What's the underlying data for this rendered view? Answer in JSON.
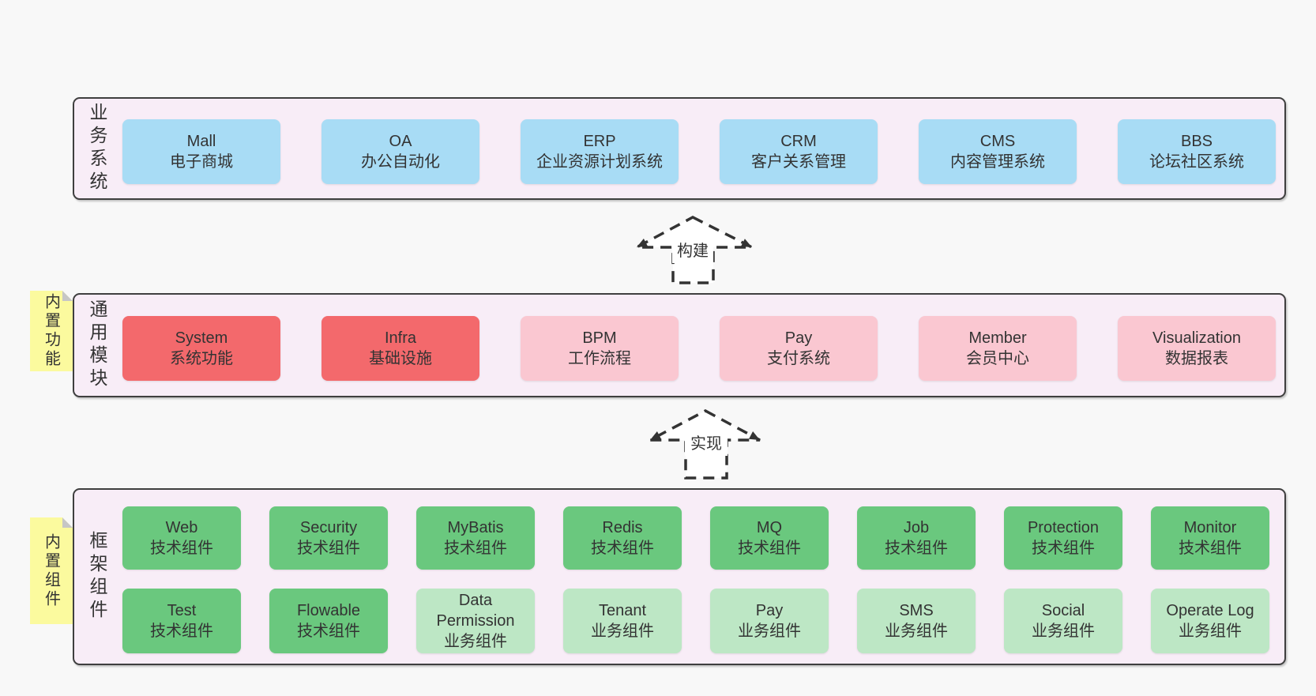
{
  "colors": {
    "page_bg": "#f8f8f8",
    "band_bg": "#f8edf7",
    "box_blue": "#a8dcf5",
    "box_red": "#f3696c",
    "box_pink": "#fac7d1",
    "box_green": "#6ac87e",
    "box_green_light": "#bde7c5",
    "note_yellow": "#fbfa9e",
    "note_fold": "#c6c6c6",
    "text": "#333333",
    "arrow": "#333333"
  },
  "arrows": [
    {
      "label": "构建"
    },
    {
      "label": "实现"
    }
  ],
  "bands": [
    {
      "side_label": "业务系统",
      "boxes": [
        {
          "title": "Mall",
          "subtitle": "电子商城"
        },
        {
          "title": "OA",
          "subtitle": "办公自动化"
        },
        {
          "title": "ERP",
          "subtitle": "企业资源计划系统"
        },
        {
          "title": "CRM",
          "subtitle": "客户关系管理"
        },
        {
          "title": "CMS",
          "subtitle": "内容管理系统"
        },
        {
          "title": "BBS",
          "subtitle": "论坛社区系统"
        }
      ]
    },
    {
      "side_label": "通用模块",
      "note": "内置功能",
      "boxes": [
        {
          "title": "System",
          "subtitle": "系统功能"
        },
        {
          "title": "Infra",
          "subtitle": "基础设施"
        },
        {
          "title": "BPM",
          "subtitle": "工作流程"
        },
        {
          "title": "Pay",
          "subtitle": "支付系统"
        },
        {
          "title": "Member",
          "subtitle": "会员中心"
        },
        {
          "title": "Visualization",
          "subtitle": "数据报表"
        }
      ]
    },
    {
      "side_label": "框架组件",
      "note": "内置组件",
      "rows": [
        [
          {
            "title": "Web",
            "subtitle": "技术组件"
          },
          {
            "title": "Security",
            "subtitle": "技术组件"
          },
          {
            "title": "MyBatis",
            "subtitle": "技术组件"
          },
          {
            "title": "Redis",
            "subtitle": "技术组件"
          },
          {
            "title": "MQ",
            "subtitle": "技术组件"
          },
          {
            "title": "Job",
            "subtitle": "技术组件"
          },
          {
            "title": "Protection",
            "subtitle": "技术组件"
          },
          {
            "title": "Monitor",
            "subtitle": "技术组件"
          }
        ],
        [
          {
            "title": "Test",
            "subtitle": "技术组件"
          },
          {
            "title": "Flowable",
            "subtitle": "技术组件"
          },
          {
            "title": "Data Permission",
            "subtitle": "业务组件"
          },
          {
            "title": "Tenant",
            "subtitle": "业务组件"
          },
          {
            "title": "Pay",
            "subtitle": "业务组件"
          },
          {
            "title": "SMS",
            "subtitle": "业务组件"
          },
          {
            "title": "Social",
            "subtitle": "业务组件"
          },
          {
            "title": "Operate Log",
            "subtitle": "业务组件"
          }
        ]
      ]
    }
  ]
}
